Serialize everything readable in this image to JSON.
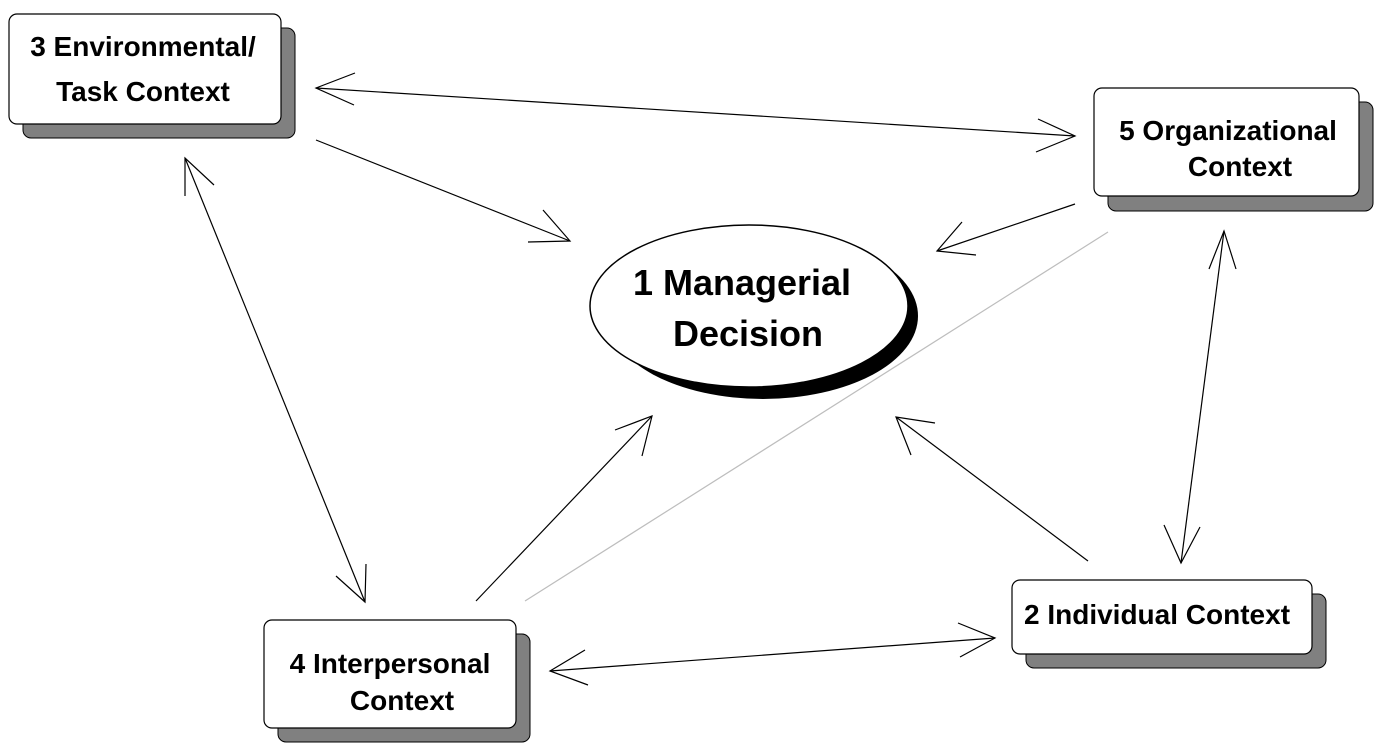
{
  "nodes": {
    "decision": {
      "lines": [
        "1 Managerial",
        "Decision"
      ]
    },
    "individual": {
      "lines": [
        "2 Individual Context"
      ]
    },
    "environmental": {
      "lines": [
        "3 Environmental/",
        "Task Context"
      ]
    },
    "interpersonal": {
      "lines": [
        "4 Interpersonal",
        "Context"
      ]
    },
    "organizational": {
      "lines": [
        "5 Organizational",
        "Context"
      ]
    }
  },
  "colors": {
    "box_fill": "#ffffff",
    "box_border": "#000000",
    "box_shadow": "#808080",
    "ellipse_shadow": "#000000",
    "arrow": "#000000",
    "faint_line": "#bdbdbd"
  }
}
